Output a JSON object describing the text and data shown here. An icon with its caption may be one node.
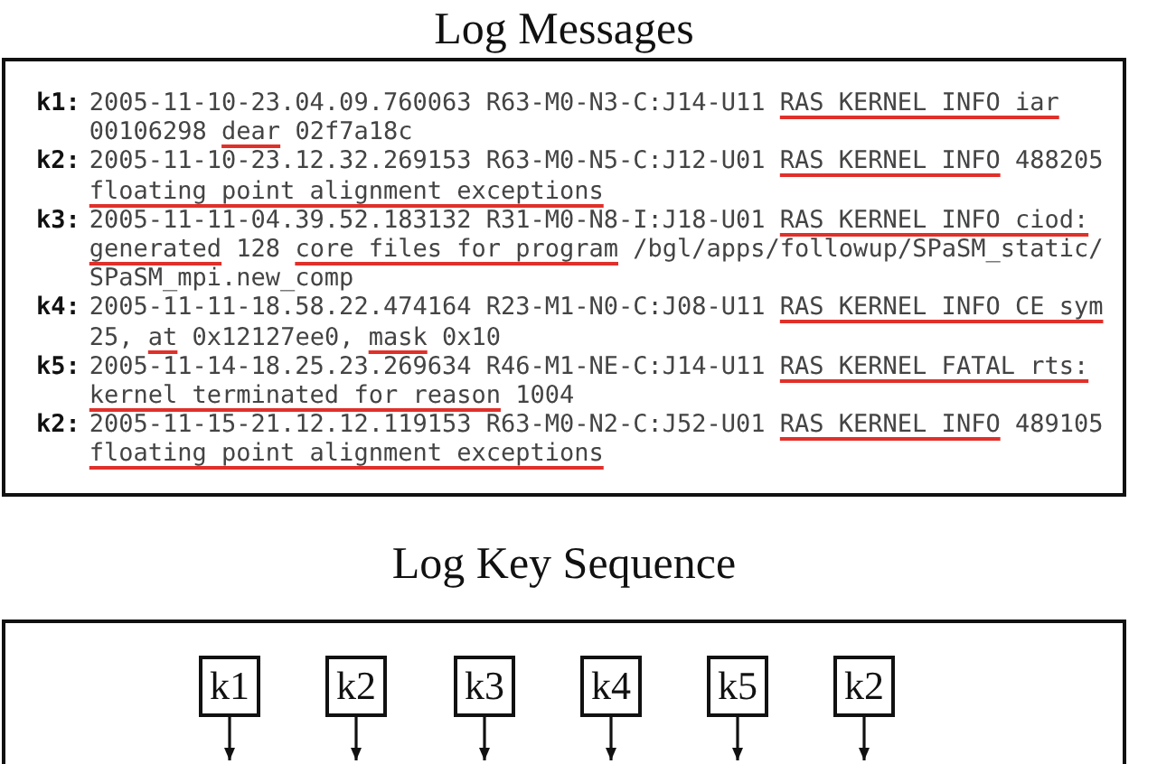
{
  "diagram": {
    "nodes": [
      {
        "text": [
          "Log Messages",
          "k1:",
          "2005-11-10-23.04.09.760063 R63-M0-N3-C:J14-U11 RAS KERNEL INFO iar 00106298 dear 02f7a18c",
          "k2:",
          "2005-11-10-23.12.32.269153 R63-M0-N5-C:J12-U01 RAS KERNEL INFO 488205 floating point alignment exceptions",
          "k3:",
          "2005-11-11-04.39.52.183132 R31-M0-N8-I:J18-U01 RAS KERNEL INFO ciod: generated 128 core files for program /bgl/apps/followup/SPaSM_static/SPaSM_mpi.new_comp",
          "k4:",
          "2005-11-11-18.58.22.474164 R23-M1-N0-C:J08-U11 RAS KERNEL INFO CE sym 25, at 0x12127ee0, mask 0x10",
          "k5:",
          "2005-11-14-18.25.23.269634 R46-M1-NE-C:J14-U11 RAS KERNEL FATAL rts: kernel terminated for reason 1004",
          "k2:",
          "2005-11-15-21.12.12.119153 R63-M0-N2-C:J52-U01 RAS KERNEL INFO 489105 floating point alignment exceptions"
        ]
      },
      {
        "text": [
          "Log Key Sequence"
        ]
      },
      {
        "text": [
          "k1"
        ],
        "in": 1
      },
      {
        "text": [
          "k2"
        ],
        "in": 1
      },
      {
        "text": [
          "k3"
        ],
        "in": 1
      },
      {
        "text": [
          "k4"
        ],
        "in": 1
      },
      {
        "text": [
          "k5"
        ],
        "in": 1
      },
      {
        "text": [
          "k2"
        ],
        "in": 1
      }
    ],
    "edges": [
      {
        "from": 2,
        "to": null,
        "arrow": "to"
      },
      {
        "from": 3,
        "to": null,
        "arrow": "to"
      },
      {
        "from": 4,
        "to": null,
        "arrow": "to"
      },
      {
        "from": 5,
        "to": null,
        "arrow": "to"
      },
      {
        "from": 6,
        "to": null,
        "arrow": "to"
      },
      {
        "from": 7,
        "to": null,
        "arrow": "to"
      }
    ]
  }
}
